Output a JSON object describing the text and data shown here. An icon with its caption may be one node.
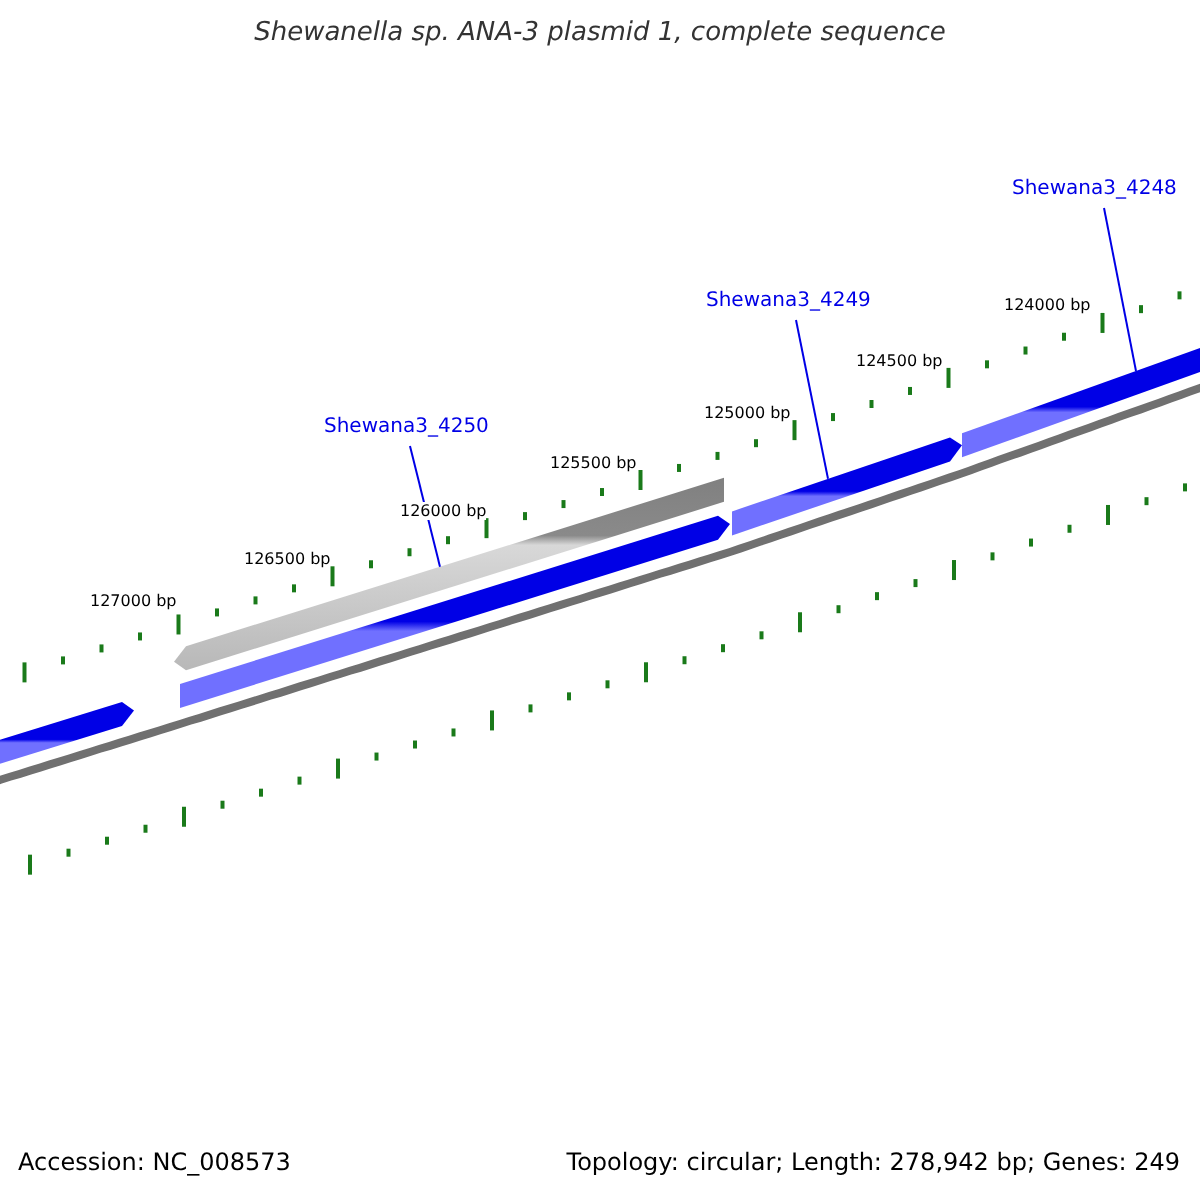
{
  "diagram": {
    "title": "Shewanella sp. ANA-3 plasmid 1, complete sequence",
    "nodes": [
      {
        "text": [
          "Shewana3_4250"
        ]
      },
      {
        "text": [
          "Shewana3_4249"
        ]
      },
      {
        "text": [
          "Shewana3_4248"
        ]
      },
      {
        "text": [],
        "shape": "bar"
      },
      {
        "text": [],
        "shape": "bar"
      },
      {
        "text": [],
        "shape": "bar"
      },
      {
        "text": [],
        "shape": "bar"
      },
      {
        "text": [],
        "shape": "bar"
      }
    ],
    "edges": [
      {
        "from": 0,
        "to": 4,
        "arrow": "none"
      },
      {
        "from": 1,
        "to": 6,
        "arrow": "none"
      },
      {
        "from": 2,
        "to": 7,
        "arrow": "none"
      }
    ],
    "labels": [
      "124000 bp",
      "124500 bp",
      "125000 bp",
      "125500 bp",
      "126000 bp",
      "126500 bp",
      "127000 bp",
      "Accession: NC_008573",
      "Topology: circular; Length: 278,942 bp; Genes: 249"
    ]
  }
}
